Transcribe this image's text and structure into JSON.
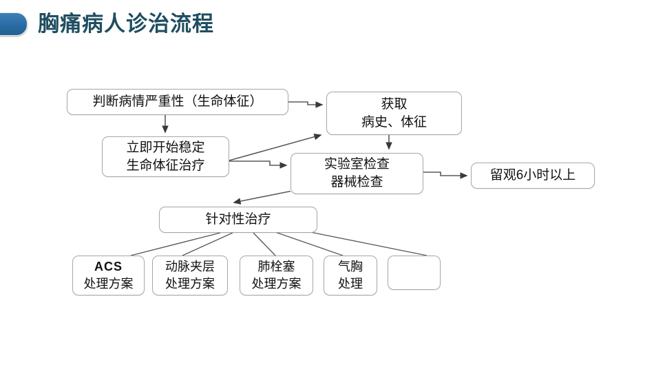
{
  "slide": {
    "title": "胸痛病人诊治流程",
    "title_color": "#1f4e60",
    "bullet_color": "#2a6ca4",
    "background": "#ffffff"
  },
  "flowchart": {
    "node_border_color": "#a6a6a6",
    "connector_color": "#5a5a5a",
    "nodes": [
      {
        "id": "assess",
        "name": "assess-severity",
        "lines": [
          "判断病情严重性（生命体征）"
        ]
      },
      {
        "id": "history",
        "name": "obtain-history",
        "lines": [
          "获取",
          "病史、体征"
        ]
      },
      {
        "id": "stabilize",
        "name": "stabilize-vitals",
        "lines": [
          "立即开始稳定",
          "生命体征治疗"
        ]
      },
      {
        "id": "labtest",
        "name": "laboratory-tests",
        "lines": [
          "实验室检查",
          "器械检查"
        ]
      },
      {
        "id": "observe",
        "name": "observation-6h",
        "lines": [
          "留观6小时以上"
        ]
      },
      {
        "id": "targeted",
        "name": "targeted-treatment",
        "lines": [
          "针对性治疗"
        ]
      },
      {
        "id": "acs",
        "name": "acs-protocol",
        "lines": [
          "ACS",
          "处理方案"
        ]
      },
      {
        "id": "dissection",
        "name": "aortic-dissection-protocol",
        "lines": [
          "动脉夹层",
          "处理方案"
        ]
      },
      {
        "id": "embolism",
        "name": "pulmonary-embolism-protocol",
        "lines": [
          "肺栓塞",
          "处理方案"
        ]
      },
      {
        "id": "pneumothorax",
        "name": "pneumothorax-protocol",
        "lines": [
          "气胸",
          "处理"
        ]
      },
      {
        "id": "blank",
        "name": "blank-protocol",
        "lines": [
          "",
          ""
        ]
      }
    ],
    "edges": [
      {
        "from": "assess",
        "to": "history",
        "style": "elbow-arrow"
      },
      {
        "from": "assess",
        "to": "stabilize",
        "style": "straight-arrow"
      },
      {
        "from": "stabilize",
        "to": "history",
        "style": "diagonal-arrow"
      },
      {
        "from": "stabilize",
        "to": "labtest",
        "style": "elbow-arrow"
      },
      {
        "from": "history",
        "to": "labtest",
        "style": "straight-arrow"
      },
      {
        "from": "labtest",
        "to": "observe",
        "style": "elbow-arrow"
      },
      {
        "from": "labtest",
        "to": "targeted",
        "style": "diagonal-arrow"
      },
      {
        "from": "targeted",
        "to": "acs",
        "style": "line"
      },
      {
        "from": "targeted",
        "to": "dissection",
        "style": "line"
      },
      {
        "from": "targeted",
        "to": "embolism",
        "style": "line"
      },
      {
        "from": "targeted",
        "to": "pneumothorax",
        "style": "line"
      },
      {
        "from": "targeted",
        "to": "blank",
        "style": "line"
      }
    ]
  }
}
